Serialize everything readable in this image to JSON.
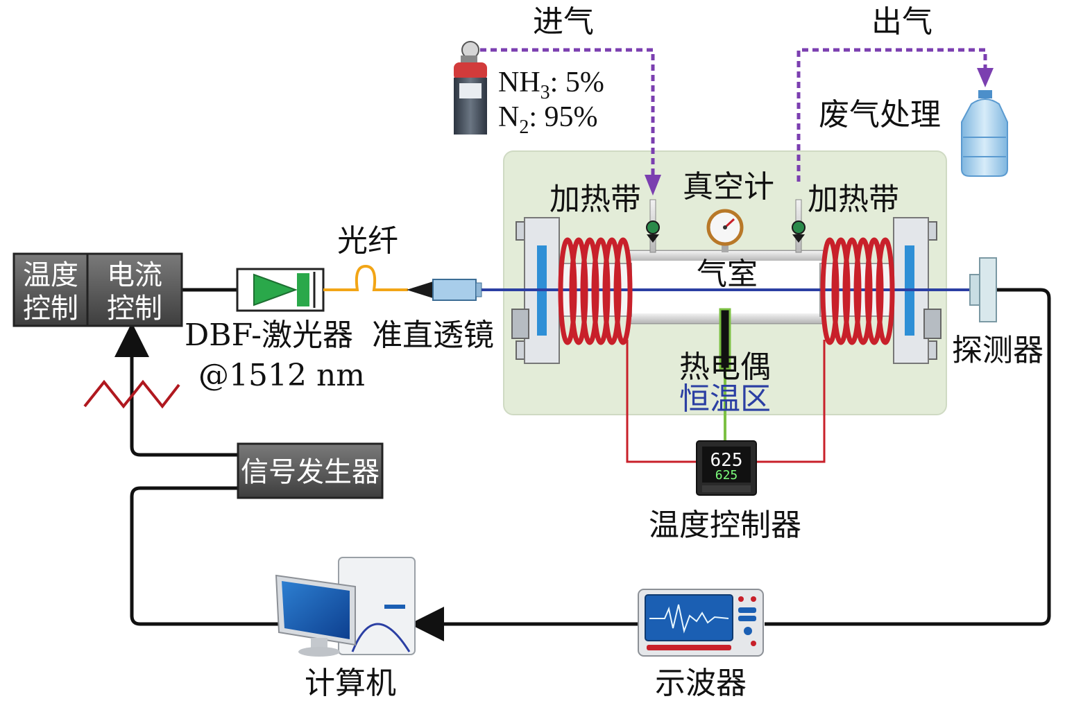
{
  "gas": {
    "inlet_label": "进气",
    "outlet_label": "出气",
    "mix_line1_main": "NH",
    "mix_line1_sub": "3",
    "mix_line1_rest": ": 5%",
    "mix_line2_main": "N",
    "mix_line2_sub": "2",
    "mix_line2_rest": ": 95%",
    "waste_label": "废气处理"
  },
  "chamber": {
    "vacuum_gauge_label": "真空计",
    "heater_left_label": "加热带",
    "heater_right_label": "加热带",
    "gas_cell_label": "气室",
    "thermocouple_label": "热电偶",
    "constant_zone_label": "恒温区"
  },
  "laser": {
    "temp_control_line1": "温度",
    "temp_control_line2": "控制",
    "current_control_line1": "电流",
    "current_control_line2": "控制",
    "fiber_label": "光纤",
    "laser_label": "DBF-激光器",
    "wavelength_label": "@1512 nm",
    "collimator_label": "准直透镜"
  },
  "detection": {
    "detector_label": "探测器",
    "temp_controller_label": "温度控制器",
    "temp_controller_display_pv": "625",
    "temp_controller_display_sv": "625",
    "signal_generator_label": "信号发生器",
    "computer_label": "计算机",
    "oscilloscope_label": "示波器"
  },
  "colors": {
    "chamber_bg": "#e3ecd8",
    "heater_coil": "#c8202a",
    "gas_flow": "#7b3fb0",
    "laser_beam": "#2b3fa3",
    "fiber": "#f2a516",
    "thermocouple": "#7cc043",
    "box_dark": "#555555"
  }
}
